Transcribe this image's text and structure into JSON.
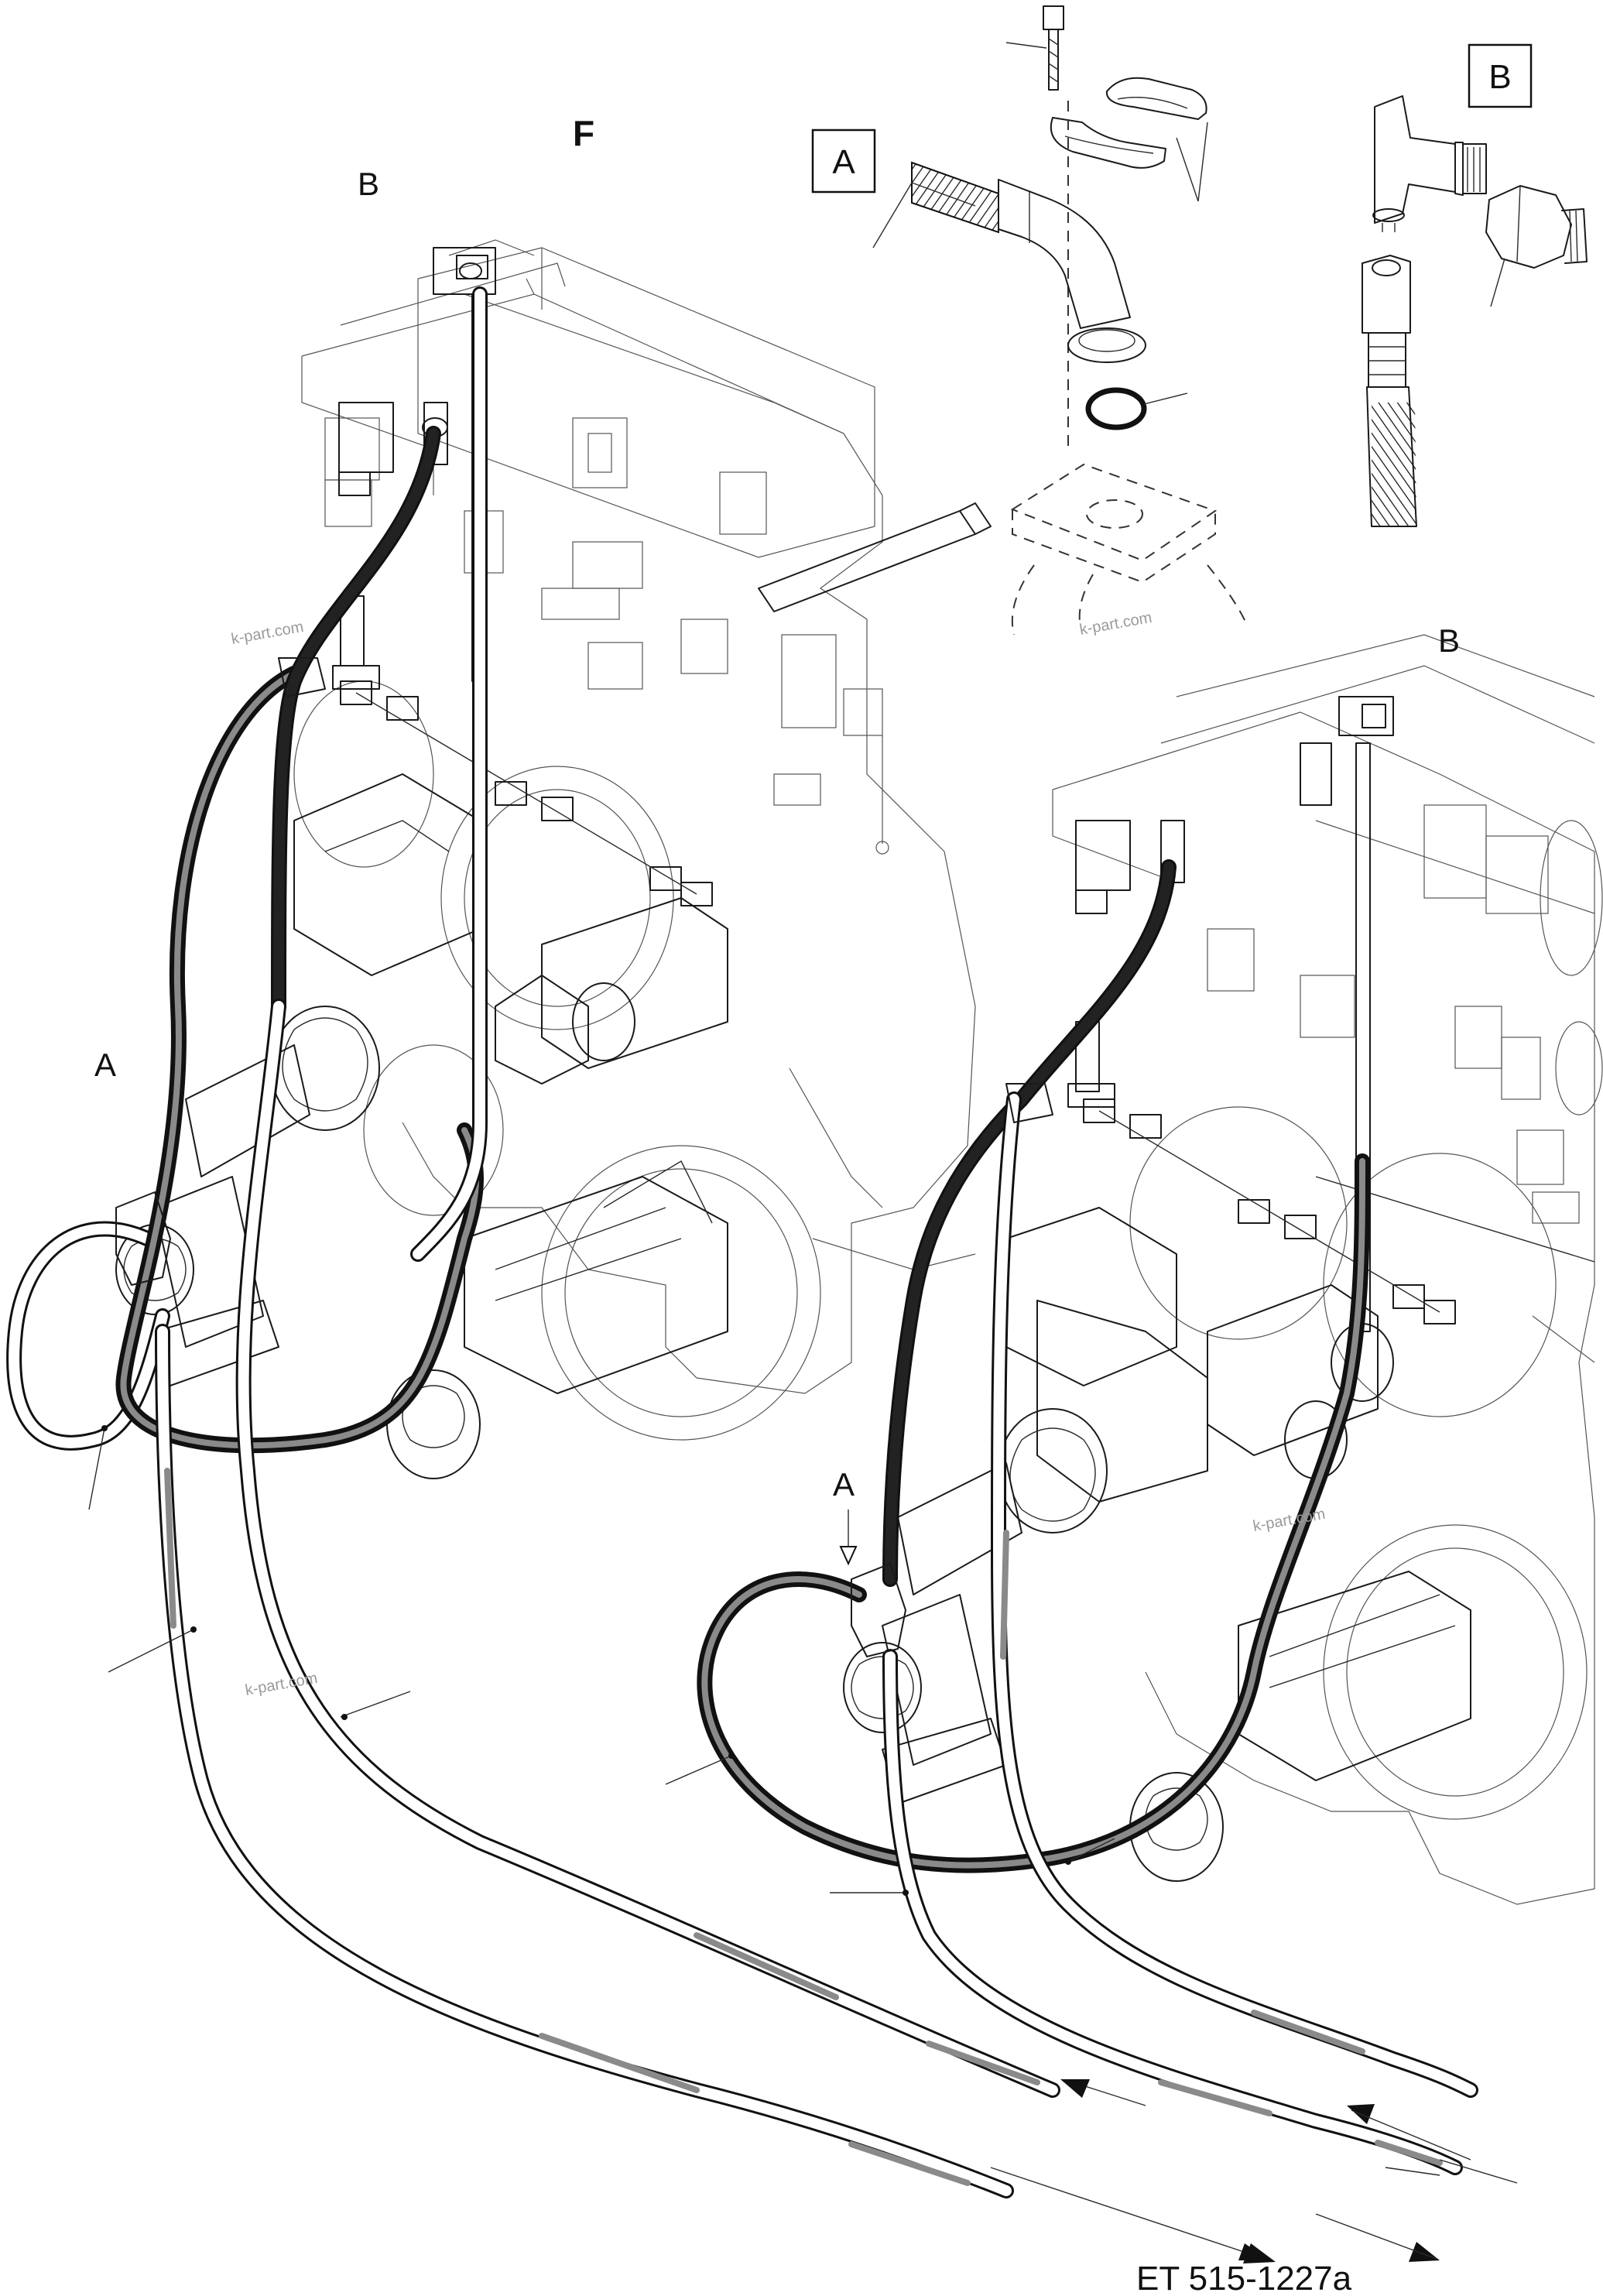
{
  "figure": {
    "labels": {
      "callout_a_box": "A",
      "callout_b_box": "B",
      "view_b_top": "B",
      "view_b_right": "B",
      "view_a_left": "A",
      "view_a_right": "A",
      "orientation_mark": "F"
    },
    "watermarks": [
      "k-part.com",
      "k-part.com",
      "k-part.com",
      "k-part.com"
    ],
    "reference": "ET 515-1227a"
  }
}
